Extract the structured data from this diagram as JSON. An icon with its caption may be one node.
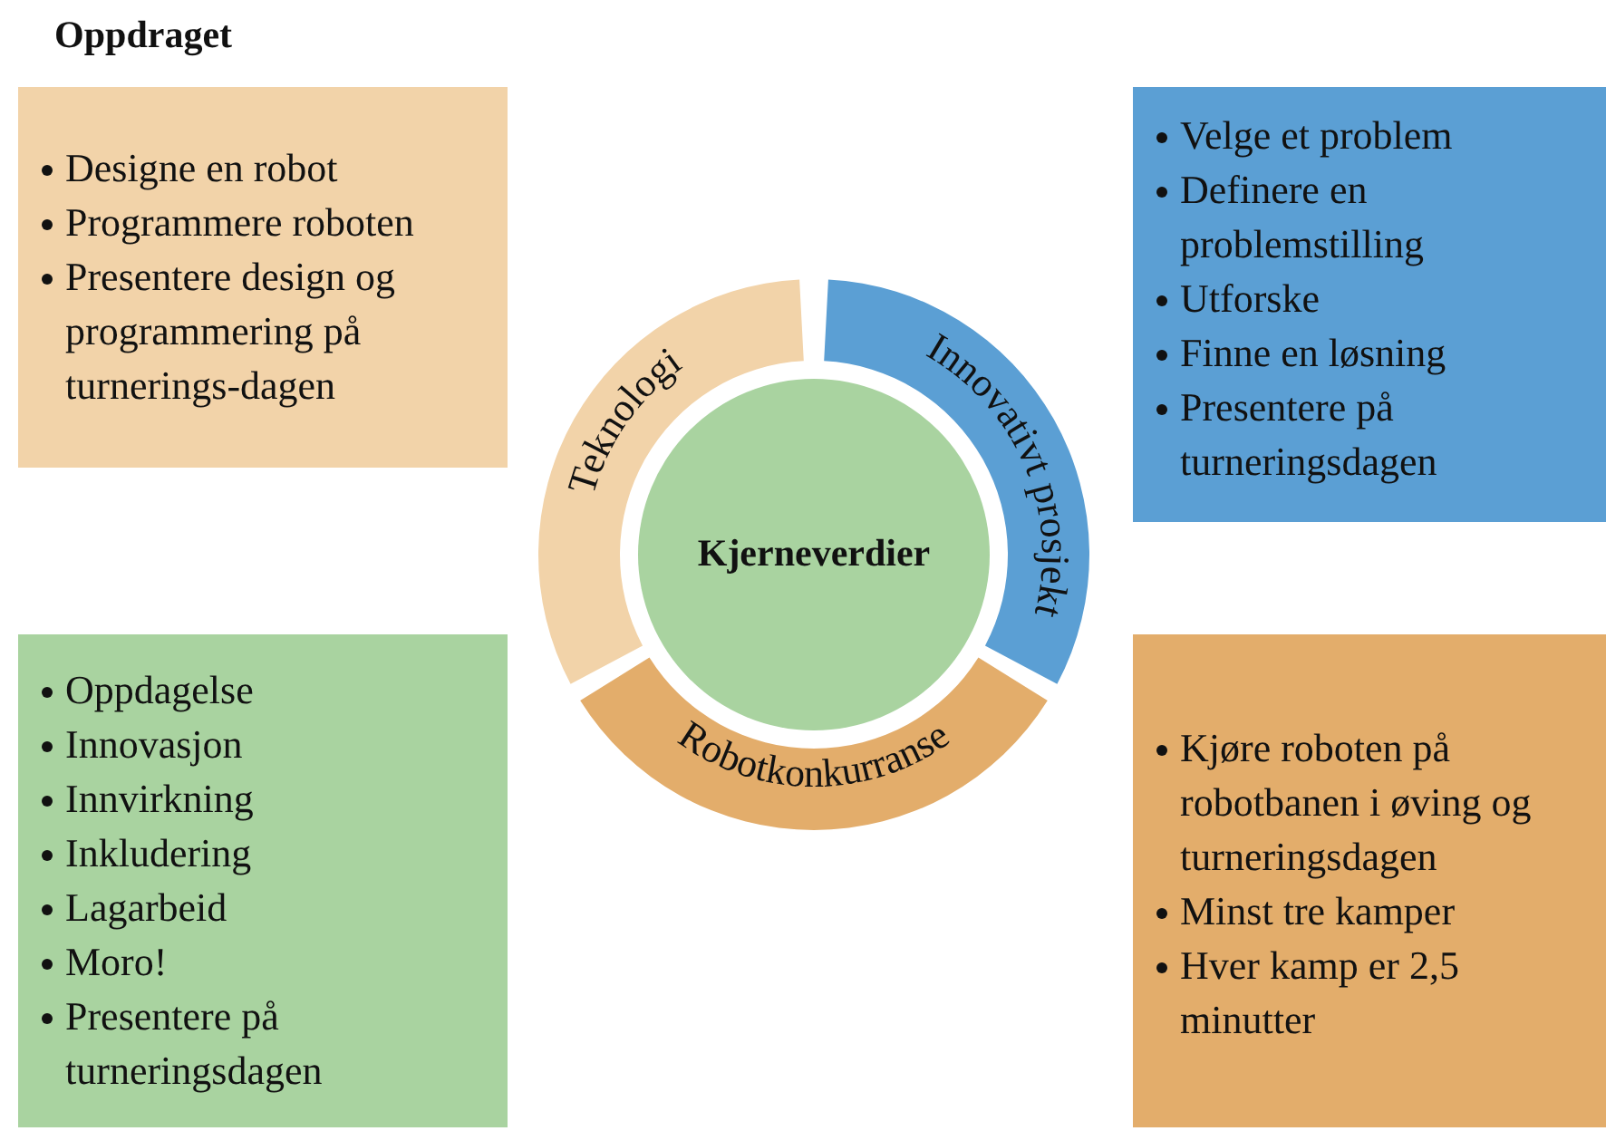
{
  "diagram": {
    "title": "Oppdraget",
    "nodes": [
      {
        "text": [
          "Designe en robot",
          "Programmere roboten",
          "Presentere design og programmering på turnerings-dagen"
        ]
      },
      {
        "text": [
          "Velge et problem",
          "Definere en problemstilling",
          "Utforske",
          "Finne en løsning",
          "Presentere på turneringsdagen"
        ]
      },
      {
        "text": [
          "Oppdagelse",
          "Innovasjon",
          "Innvirkning",
          "Inkludering",
          "Lagarbeid",
          "Moro!",
          "Presentere på turneringsdagen"
        ]
      },
      {
        "text": [
          "Kjøre roboten på robotbanen i øving og turneringsdagen",
          "Minst tre kamper",
          "Hver kamp er 2,5 minutter"
        ]
      },
      {
        "text": [
          "Teknologi"
        ]
      },
      {
        "text": [
          "Innovativt prosjekt"
        ]
      },
      {
        "text": [
          "Robotkonkurranse"
        ]
      },
      {
        "text": [
          "Kjerneverdier"
        ]
      }
    ]
  }
}
